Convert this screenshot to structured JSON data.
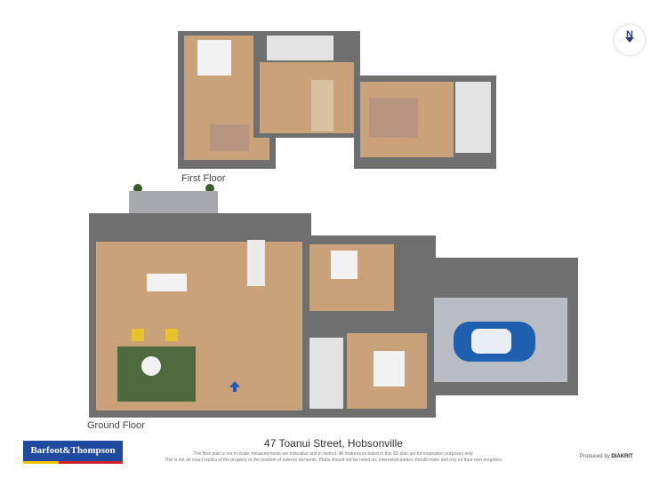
{
  "compass": {
    "label": "N",
    "icon": "north-arrow-icon"
  },
  "floors": [
    {
      "label": "First Floor"
    },
    {
      "label": "Ground Floor"
    }
  ],
  "footer": {
    "address": "47 Toanui Street, Hobsonville",
    "disclaimer_line1": "The floor plan is not to scale, measurements are indicative and in metres. All features included in this 3D plan are for inspiration purposes only.",
    "disclaimer_line2": "This is not an exact replica of the property or the position of exterior elements. Plans should not be relied on. Interested parties should make and rely on their own enquiries.",
    "logo_text": "Barfoot&Thompson",
    "produced_by_prefix": "Produced by",
    "produced_by_brand": "DIAKRIT"
  },
  "colors": {
    "wall": "#6f6f6f",
    "wood_floor": "#c9a27a",
    "tile_floor": "#d9d9d9",
    "garage_floor": "#b9bcc4",
    "car": "#1f5fb0",
    "logo_blue": "#1f4aa0",
    "logo_red": "#d2232a",
    "logo_yellow": "#f2c500"
  }
}
